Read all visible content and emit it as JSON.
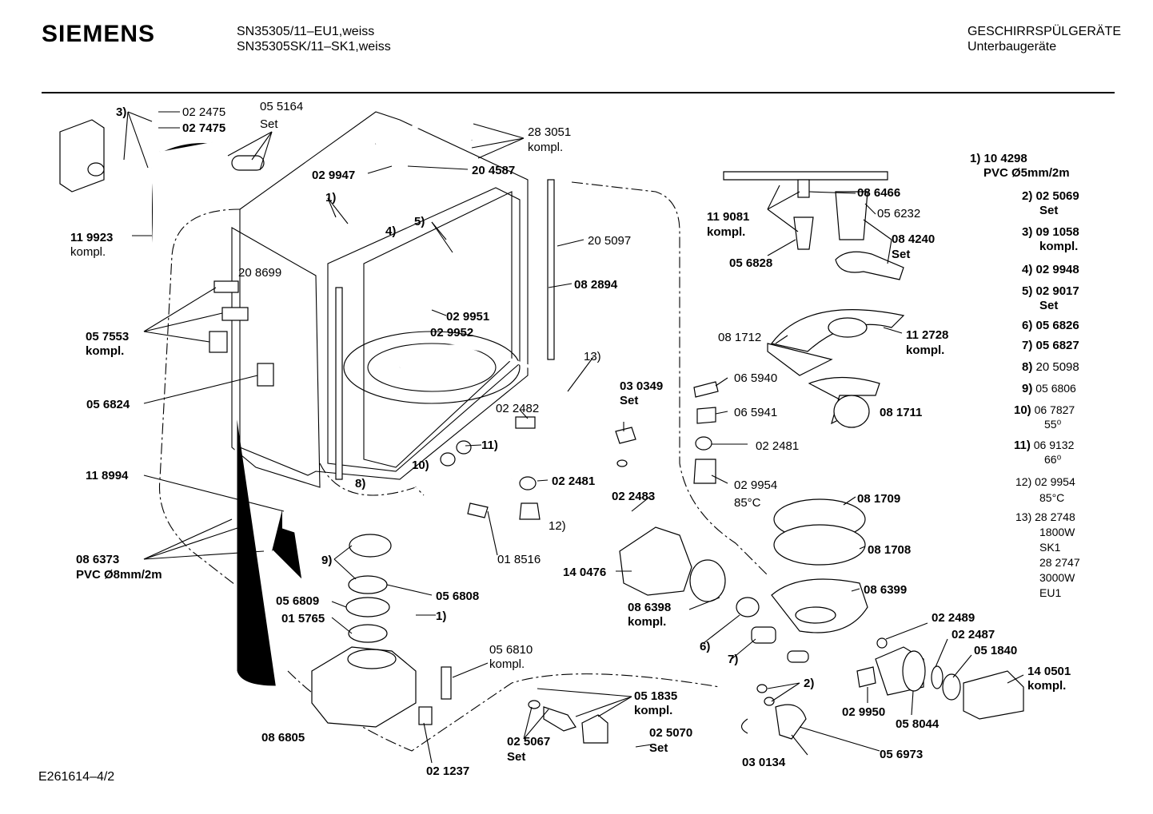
{
  "header": {
    "brand": "SIEMENS",
    "model_1": "SN35305/11–EU1,weiss",
    "model_2": "SN35305SK/11–SK1,weiss",
    "category_1": "GESCHIRRSPÜLGERÄTE",
    "category_2": "Unterbaugeräte"
  },
  "footer": {
    "doc_id": "E261614–4/2"
  },
  "labels": {
    "l3": "3)",
    "l022475": "02 2475",
    "l027475": "02 7475",
    "l055164": "05 5164",
    "lset1": "Set",
    "l283051": "28 3051",
    "lkompl1": "kompl.",
    "l029947": "02 9947",
    "l204587": "20 4587",
    "l1a": "1)",
    "l4": "4)",
    "l5": "5)",
    "l205097": "20 5097",
    "l119923": "11 9923",
    "lkompl2": "kompl.",
    "l208699": "20 8699",
    "l082894": "08 2894",
    "l029951": "02 9951",
    "l029952": "02 9952",
    "l057553": "05 7553",
    "lkompl3": "kompl.",
    "l13": "13)",
    "l056824": "05 6824",
    "l022482": "02 2482",
    "l11": "11)",
    "l10": "10)",
    "l8": "8)",
    "l118994": "11 8994",
    "l022481a": "02 2481",
    "l12": "12)",
    "l018516": "01 8516",
    "l086373": "08 6373",
    "lpvc8": "PVC Ø8mm/2m",
    "l9": "9)",
    "l056809": "05 6809",
    "l056808": "05 6808",
    "l015765": "01 5765",
    "l1b": "1)",
    "l056810": "05 6810",
    "lkompl4": "kompl.",
    "l086805": "08 6805",
    "l021237": "02 1237",
    "l025067": "02 5067",
    "lset2": "Set",
    "l051835": "05 1835",
    "lkompl5": "kompl.",
    "l025070": "02 5070",
    "lset3": "Set",
    "l030349": "03 0349",
    "lset4": "Set",
    "l022483": "02 2483",
    "l140476": "14 0476",
    "l086398": "08 6398",
    "lkompl6": "kompl.",
    "l6": "6)",
    "l7": "7)",
    "l2": "2)",
    "l030134": "03 0134",
    "l086466": "08 6466",
    "l119081": "11 9081",
    "lkompl7": "kompl.",
    "l056232": "05 6232",
    "l084240": "08 4240",
    "lset5": "Set",
    "l056828": "05 6828",
    "l081712": "08 1712",
    "l112728": "11 2728",
    "lkompl8": "kompl.",
    "l065940": "06 5940",
    "l065941": "06 5941",
    "l081711": "08 1711",
    "l022481b": "02 2481",
    "l029954": "02 9954",
    "l85c": "85°C",
    "l081709": "08 1709",
    "l081708": "08 1708",
    "l086399": "08 6399",
    "l022489": "02 2489",
    "l022487": "02 2487",
    "l051840": "05 1840",
    "l140501": "14 0501",
    "lkompl9": "kompl.",
    "l029950": "02 9950",
    "l058044": "05 8044",
    "l056973": "05 6973"
  },
  "legend": [
    {
      "num": "1)",
      "code": "10 4298",
      "extra": "PVC Ø5mm/2m"
    },
    {
      "num": "2)",
      "code": "02 5069",
      "extra": "Set"
    },
    {
      "num": "3)",
      "code": "09 1058",
      "extra": "kompl."
    },
    {
      "num": "4)",
      "code": "02 9948",
      "extra": ""
    },
    {
      "num": "5)",
      "code": "02 9017",
      "extra": "Set"
    },
    {
      "num": "6)",
      "code": "05 6826",
      "extra": ""
    },
    {
      "num": "7)",
      "code": "05 6827",
      "extra": ""
    },
    {
      "num": "8)",
      "code": "20 5098",
      "extra": ""
    },
    {
      "num": "9)",
      "code": "05 6806",
      "extra": ""
    },
    {
      "num": "10)",
      "code": "06 7827",
      "extra": "55⁰"
    },
    {
      "num": "11)",
      "code": "06 9132",
      "extra": "66⁰"
    },
    {
      "num": "12)",
      "code": "02 9954",
      "extra": "85°C"
    },
    {
      "num": "13)",
      "code": "28 2748",
      "extra": "1800W"
    },
    {
      "num": "",
      "code": "SK1",
      "extra": ""
    },
    {
      "num": "",
      "code": "28 2747",
      "extra": "3000W"
    },
    {
      "num": "",
      "code": "EU1",
      "extra": ""
    }
  ]
}
